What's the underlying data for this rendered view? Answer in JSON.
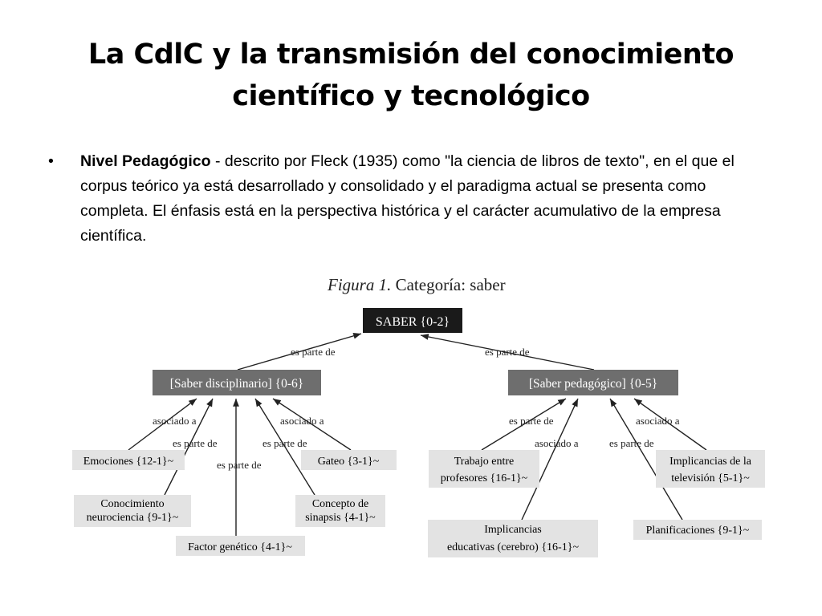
{
  "slide": {
    "title_line1": "La CdlC y la transmisión del conocimiento",
    "title_line2": "científico y tecnológico",
    "bullet": {
      "symbol": "•",
      "bold": "Nivel Pedagógico",
      "text": " - descrito por Fleck (1935) como \"la ciencia de libros de texto\", en el que el corpus teórico ya está desarrollado y consolidado y el paradigma actual se presenta como completa. El énfasis está en la perspectiva histórica y el carácter acumulativo de la empresa científica."
    }
  },
  "figure": {
    "caption_prefix": "Figura 1.",
    "caption": " Categoría: saber",
    "nodes": {
      "root": "SABER {0-2}",
      "disciplinario": "[Saber disciplinario] {0-6}",
      "pedagogico": "[Saber pedagógico] {0-5}",
      "emociones": "Emociones {12-1}~",
      "conocimiento_1": "Conocimiento",
      "conocimiento_2": "neurociencia {9-1}~",
      "factor": "Factor genético {4-1}~",
      "gateo": "Gateo {3-1}~",
      "concepto_1": "Concepto de",
      "concepto_2": "sinapsis {4-1}~",
      "trabajo_1": "Trabajo entre",
      "trabajo_2": "profesores {16-1}~",
      "implic_edu_1": "Implicancias",
      "implic_edu_2": "educativas (cerebro) {16-1}~",
      "implic_tv_1": "Implicancias de la",
      "implic_tv_2": "televisión {5-1}~",
      "planificaciones": "Planificaciones {9-1}~"
    },
    "edge_labels": {
      "root_left": "es parte de",
      "root_right": "es parte de",
      "disc_asociado_left": "asociado a",
      "disc_parte_left": "es parte de",
      "disc_parte_center": "es parte de",
      "disc_parte_right": "es parte de",
      "disc_asociado_right": "asociado a",
      "ped_parte_left": "es parte de",
      "ped_asociado_left": "asociado a",
      "ped_parte_right": "es parte de",
      "ped_asociado_right": "asociado a"
    },
    "colors": {
      "dark_node": "#1a1a1a",
      "mid_node": "#6e6e6e",
      "light_node": "#e3e3e3",
      "line": "#222222"
    }
  }
}
